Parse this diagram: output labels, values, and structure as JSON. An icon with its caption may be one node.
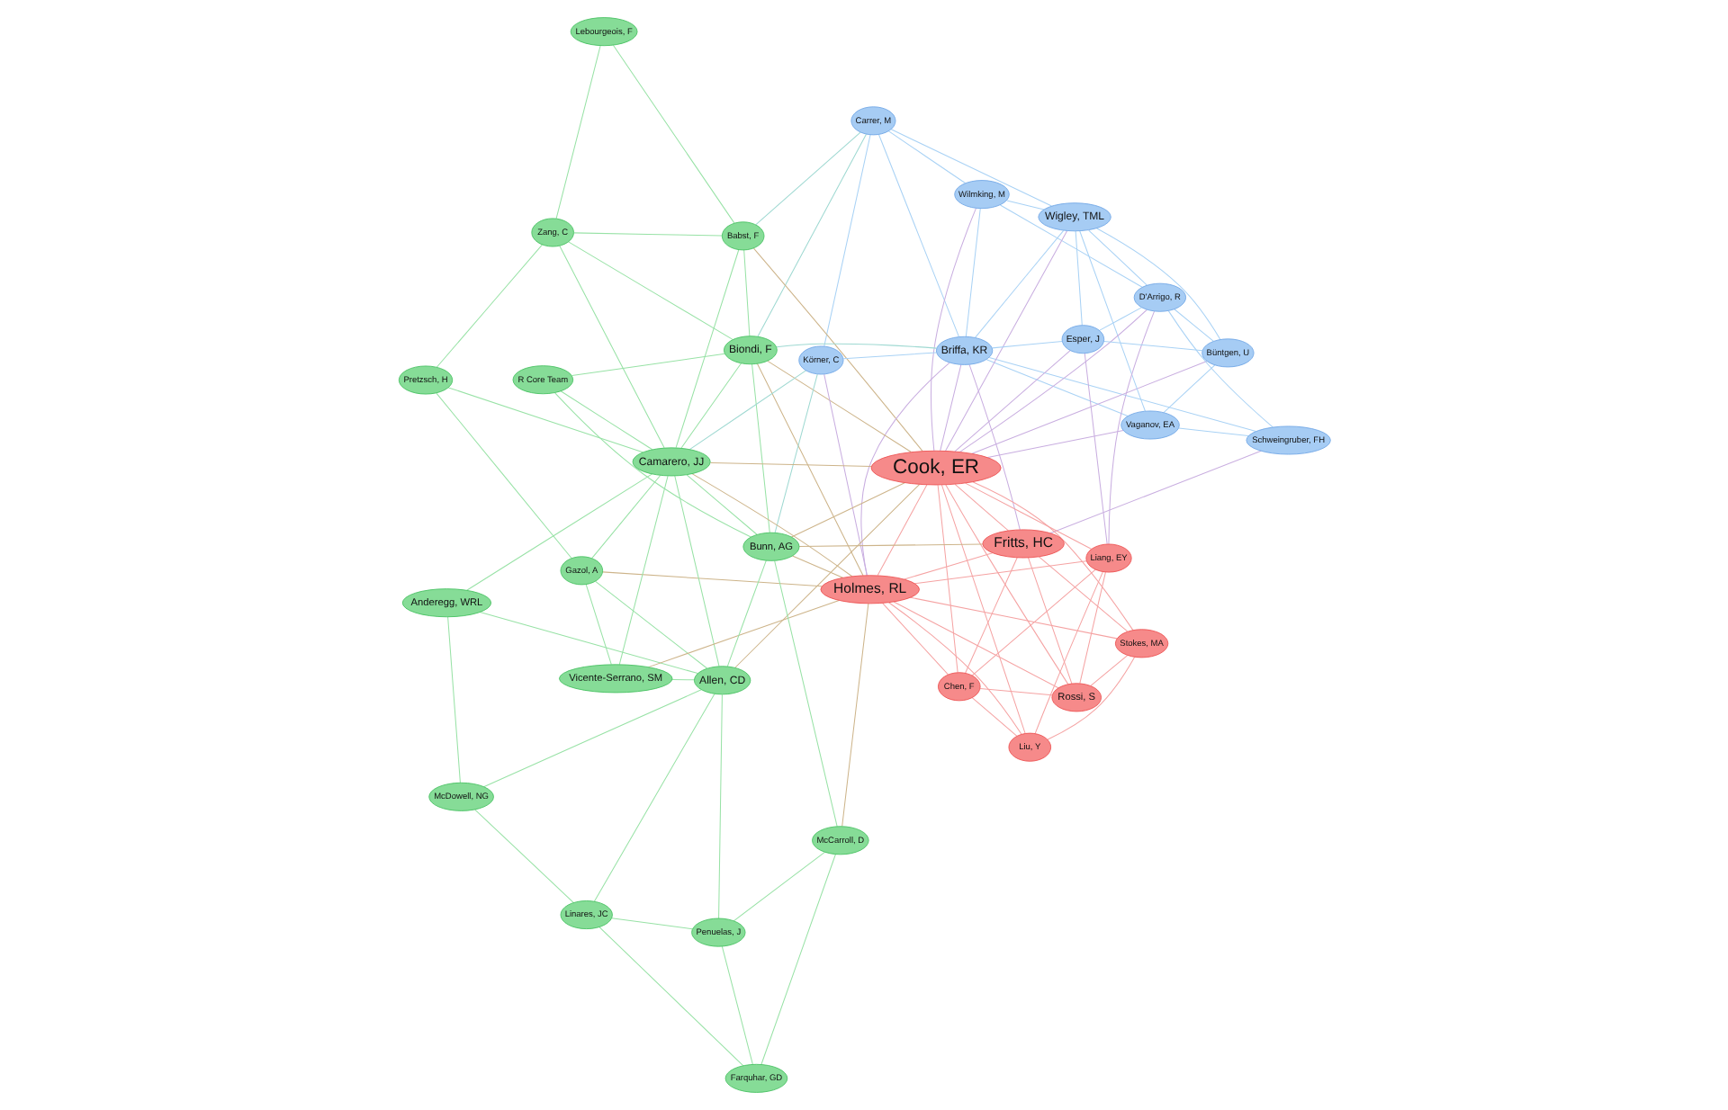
{
  "diagram": {
    "nodes": [
      {
        "text": [
          "Carrer, M"
        ]
      },
      {
        "text": [
          "Wilmking, M"
        ]
      },
      {
        "text": [
          "Vaganov, EA"
        ]
      },
      {
        "text": [
          "Babst, F"
        ]
      },
      {
        "text": [
          "Lebourgeois, F"
        ]
      },
      {
        "text": [
          "Zang, C"
        ]
      },
      {
        "text": [
          "Briffa, KR"
        ]
      },
      {
        "text": [
          "Pretzsch, H"
        ]
      },
      {
        "text": [
          "Büntgen, U"
        ]
      },
      {
        "text": [
          "Schweingruber, FH"
        ]
      },
      {
        "text": [
          "Wigley, TML"
        ]
      },
      {
        "text": [
          "Biondi, F"
        ]
      },
      {
        "text": [
          "R Core Team"
        ]
      },
      {
        "text": [
          "D'Arrigo, R"
        ]
      },
      {
        "text": [
          "Gazol, A"
        ]
      },
      {
        "text": [
          "Körner, C"
        ]
      },
      {
        "text": [
          "Esper, J"
        ]
      },
      {
        "text": [
          "Camarero, JJ"
        ]
      },
      {
        "text": [
          "Fritts, HC"
        ]
      },
      {
        "text": [
          "Anderegg, WRL"
        ]
      },
      {
        "text": [
          "Cook, ER"
        ]
      },
      {
        "text": [
          "Allen, CD"
        ]
      },
      {
        "text": [
          "Vicente-Serrano, SM"
        ]
      },
      {
        "text": [
          "Bunn, AG"
        ]
      },
      {
        "text": [
          "Rossi, S"
        ]
      },
      {
        "text": [
          "Liang, EY"
        ]
      },
      {
        "text": [
          "McDowell, NG"
        ]
      },
      {
        "text": [
          "Holmes, RL"
        ]
      },
      {
        "text": [
          "Linares, JC"
        ]
      },
      {
        "text": [
          "Penuelas, J"
        ]
      },
      {
        "text": [
          "Stokes, MA"
        ]
      },
      {
        "text": [
          "Chen, F"
        ]
      },
      {
        "text": [
          "Liu, Y"
        ]
      },
      {
        "text": [
          "Farquhar, GD"
        ]
      },
      {
        "text": [
          "McCarroll, D"
        ]
      }
    ],
    "edges": [
      {
        "from": 20,
        "to": 18,
        "arrow": "none",
        "color": "#f5a3a3"
      },
      {
        "from": 20,
        "to": 27,
        "arrow": "none",
        "color": "#f5a3a3"
      },
      {
        "from": 20,
        "to": 24,
        "arrow": "none",
        "color": "#f5a3a3"
      },
      {
        "from": 20,
        "to": 25,
        "arrow": "none",
        "color": "#f5a3a3"
      },
      {
        "from": 20,
        "to": 31,
        "arrow": "none",
        "color": "#f5a3a3"
      },
      {
        "from": 20,
        "to": 32,
        "arrow": "none",
        "color": "#f5a3a3"
      },
      {
        "from": 20,
        "to": 30,
        "arrow": "none",
        "color": "#f5a3a3"
      },
      {
        "from": 18,
        "to": 27,
        "arrow": "none",
        "color": "#f5a3a3"
      },
      {
        "from": 18,
        "to": 24,
        "arrow": "none",
        "color": "#f5a3a3"
      },
      {
        "from": 18,
        "to": 30,
        "arrow": "none",
        "color": "#f5a3a3"
      },
      {
        "from": 27,
        "to": 24,
        "arrow": "none",
        "color": "#f5a3a3"
      },
      {
        "from": 27,
        "to": 30,
        "arrow": "none",
        "color": "#f5a3a3"
      },
      {
        "from": 27,
        "to": 31,
        "arrow": "none",
        "color": "#f5a3a3"
      },
      {
        "from": 27,
        "to": 32,
        "arrow": "none",
        "color": "#f5a3a3"
      },
      {
        "from": 27,
        "to": 25,
        "arrow": "none",
        "color": "#f5a3a3"
      },
      {
        "from": 24,
        "to": 25,
        "arrow": "none",
        "color": "#f5a3a3"
      },
      {
        "from": 24,
        "to": 30,
        "arrow": "none",
        "color": "#f5a3a3"
      },
      {
        "from": 24,
        "to": 31,
        "arrow": "none",
        "color": "#f5a3a3"
      },
      {
        "from": 25,
        "to": 31,
        "arrow": "none",
        "color": "#f5a3a3"
      },
      {
        "from": 25,
        "to": 32,
        "arrow": "none",
        "color": "#f5a3a3"
      },
      {
        "from": 31,
        "to": 32,
        "arrow": "none",
        "color": "#f5a3a3"
      },
      {
        "from": 18,
        "to": 31,
        "arrow": "none",
        "color": "#f5a3a3"
      },
      {
        "from": 30,
        "to": 32,
        "arrow": "none",
        "color": "#f5a3a3"
      },
      {
        "from": 10,
        "to": 6,
        "arrow": "none",
        "color": "#a9d2f5"
      },
      {
        "from": 10,
        "to": 16,
        "arrow": "none",
        "color": "#a9d2f5"
      },
      {
        "from": 10,
        "to": 13,
        "arrow": "none",
        "color": "#a9d2f5"
      },
      {
        "from": 10,
        "to": 8,
        "arrow": "none",
        "color": "#a9d2f5"
      },
      {
        "from": 10,
        "to": 2,
        "arrow": "none",
        "color": "#a9d2f5"
      },
      {
        "from": 10,
        "to": 1,
        "arrow": "none",
        "color": "#a9d2f5"
      },
      {
        "from": 10,
        "to": 0,
        "arrow": "none",
        "color": "#a9d2f5"
      },
      {
        "from": 16,
        "to": 13,
        "arrow": "none",
        "color": "#a9d2f5"
      },
      {
        "from": 16,
        "to": 8,
        "arrow": "none",
        "color": "#a9d2f5"
      },
      {
        "from": 16,
        "to": 6,
        "arrow": "none",
        "color": "#a9d2f5"
      },
      {
        "from": 0,
        "to": 6,
        "arrow": "none",
        "color": "#a9d2f5"
      },
      {
        "from": 0,
        "to": 15,
        "arrow": "none",
        "color": "#a9d2f5"
      },
      {
        "from": 0,
        "to": 1,
        "arrow": "none",
        "color": "#a9d2f5"
      },
      {
        "from": 2,
        "to": 8,
        "arrow": "none",
        "color": "#a9d2f5"
      },
      {
        "from": 2,
        "to": 9,
        "arrow": "none",
        "color": "#a9d2f5"
      },
      {
        "from": 1,
        "to": 13,
        "arrow": "none",
        "color": "#a9d2f5"
      },
      {
        "from": 6,
        "to": 9,
        "arrow": "none",
        "color": "#a9d2f5"
      },
      {
        "from": 6,
        "to": 15,
        "arrow": "none",
        "color": "#a9d2f5"
      },
      {
        "from": 8,
        "to": 13,
        "arrow": "none",
        "color": "#a9d2f5"
      },
      {
        "from": 9,
        "to": 13,
        "arrow": "none",
        "color": "#a9d2f5"
      },
      {
        "from": 2,
        "to": 6,
        "arrow": "none",
        "color": "#a9d2f5"
      },
      {
        "from": 1,
        "to": 6,
        "arrow": "none",
        "color": "#a9d2f5"
      },
      {
        "from": 17,
        "to": 21,
        "arrow": "none"
      },
      {
        "from": 17,
        "to": 11,
        "arrow": "none"
      },
      {
        "from": 17,
        "to": 14,
        "arrow": "none"
      },
      {
        "from": 17,
        "to": 22,
        "arrow": "none"
      },
      {
        "from": 17,
        "to": 19,
        "arrow": "none"
      },
      {
        "from": 17,
        "to": 3,
        "arrow": "none"
      },
      {
        "from": 17,
        "to": 5,
        "arrow": "none"
      },
      {
        "from": 17,
        "to": 12,
        "arrow": "none"
      },
      {
        "from": 17,
        "to": 7,
        "arrow": "none"
      },
      {
        "from": 21,
        "to": 19,
        "arrow": "none"
      },
      {
        "from": 21,
        "to": 26,
        "arrow": "none"
      },
      {
        "from": 21,
        "to": 22,
        "arrow": "none"
      },
      {
        "from": 21,
        "to": 28,
        "arrow": "none"
      },
      {
        "from": 21,
        "to": 29,
        "arrow": "none"
      },
      {
        "from": 21,
        "to": 14,
        "arrow": "none"
      },
      {
        "from": 19,
        "to": 26,
        "arrow": "none"
      },
      {
        "from": 11,
        "to": 3,
        "arrow": "none"
      },
      {
        "from": 11,
        "to": 5,
        "arrow": "none"
      },
      {
        "from": 11,
        "to": 12,
        "arrow": "none"
      },
      {
        "from": 11,
        "to": 23,
        "arrow": "none"
      },
      {
        "from": 3,
        "to": 5,
        "arrow": "none"
      },
      {
        "from": 3,
        "to": 4,
        "arrow": "none"
      },
      {
        "from": 5,
        "to": 4,
        "arrow": "none"
      },
      {
        "from": 7,
        "to": 5,
        "arrow": "none"
      },
      {
        "from": 7,
        "to": 14,
        "arrow": "none"
      },
      {
        "from": 28,
        "to": 29,
        "arrow": "none"
      },
      {
        "from": 33,
        "to": 29,
        "arrow": "none"
      },
      {
        "from": 33,
        "to": 34,
        "arrow": "none"
      },
      {
        "from": 33,
        "to": 28,
        "arrow": "none"
      },
      {
        "from": 34,
        "to": 29,
        "arrow": "none"
      },
      {
        "from": 34,
        "to": 23,
        "arrow": "none"
      },
      {
        "from": 22,
        "to": 14,
        "arrow": "none"
      },
      {
        "from": 26,
        "to": 28,
        "arrow": "none"
      },
      {
        "from": 12,
        "to": 23,
        "arrow": "none"
      },
      {
        "from": 23,
        "to": 17,
        "arrow": "none"
      },
      {
        "from": 23,
        "to": 21,
        "arrow": "none"
      },
      {
        "from": 17,
        "to": 20,
        "arrow": "none",
        "color": "#cdb48a"
      },
      {
        "from": 11,
        "to": 27,
        "arrow": "none",
        "color": "#cdb48a"
      },
      {
        "from": 11,
        "to": 20,
        "arrow": "none",
        "color": "#cdb48a"
      },
      {
        "from": 23,
        "to": 27,
        "arrow": "none",
        "color": "#cdb48a"
      },
      {
        "from": 23,
        "to": 20,
        "arrow": "none",
        "color": "#cdb48a"
      },
      {
        "from": 23,
        "to": 18,
        "arrow": "none",
        "color": "#cdb48a"
      },
      {
        "from": 21,
        "to": 20,
        "arrow": "none",
        "color": "#cdb48a"
      },
      {
        "from": 17,
        "to": 27,
        "arrow": "none",
        "color": "#cdb48a"
      },
      {
        "from": 22,
        "to": 27,
        "arrow": "none",
        "color": "#cdb48a"
      },
      {
        "from": 3,
        "to": 20,
        "arrow": "none",
        "color": "#cdb48a"
      },
      {
        "from": 34,
        "to": 27,
        "arrow": "none",
        "color": "#cdb48a"
      },
      {
        "from": 14,
        "to": 27,
        "arrow": "none",
        "color": "#cdb48a"
      },
      {
        "from": 6,
        "to": 20,
        "arrow": "none",
        "color": "#c9aee0"
      },
      {
        "from": 6,
        "to": 27,
        "arrow": "none",
        "color": "#c9aee0"
      },
      {
        "from": 6,
        "to": 18,
        "arrow": "none",
        "color": "#c9aee0"
      },
      {
        "from": 10,
        "to": 20,
        "arrow": "none",
        "color": "#c9aee0"
      },
      {
        "from": 16,
        "to": 20,
        "arrow": "none",
        "color": "#c9aee0"
      },
      {
        "from": 13,
        "to": 20,
        "arrow": "none",
        "color": "#c9aee0"
      },
      {
        "from": 8,
        "to": 20,
        "arrow": "none",
        "color": "#c9aee0"
      },
      {
        "from": 9,
        "to": 18,
        "arrow": "none",
        "color": "#c9aee0"
      },
      {
        "from": 2,
        "to": 20,
        "arrow": "none",
        "color": "#c9aee0"
      },
      {
        "from": 16,
        "to": 25,
        "arrow": "none",
        "color": "#c9aee0"
      },
      {
        "from": 15,
        "to": 27,
        "arrow": "none",
        "color": "#c9aee0"
      },
      {
        "from": 13,
        "to": 25,
        "arrow": "none",
        "color": "#c9aee0"
      },
      {
        "from": 1,
        "to": 20,
        "arrow": "none",
        "color": "#c9aee0"
      },
      {
        "from": 0,
        "to": 3,
        "arrow": "none",
        "color": "#9fd9d2"
      },
      {
        "from": 0,
        "to": 11,
        "arrow": "none",
        "color": "#9fd9d2"
      },
      {
        "from": 15,
        "to": 17,
        "arrow": "none",
        "color": "#9fd9d2"
      },
      {
        "from": 6,
        "to": 11,
        "arrow": "none",
        "color": "#9fd9d2"
      },
      {
        "from": 15,
        "to": 23,
        "arrow": "none",
        "color": "#9fd9d2"
      }
    ]
  }
}
